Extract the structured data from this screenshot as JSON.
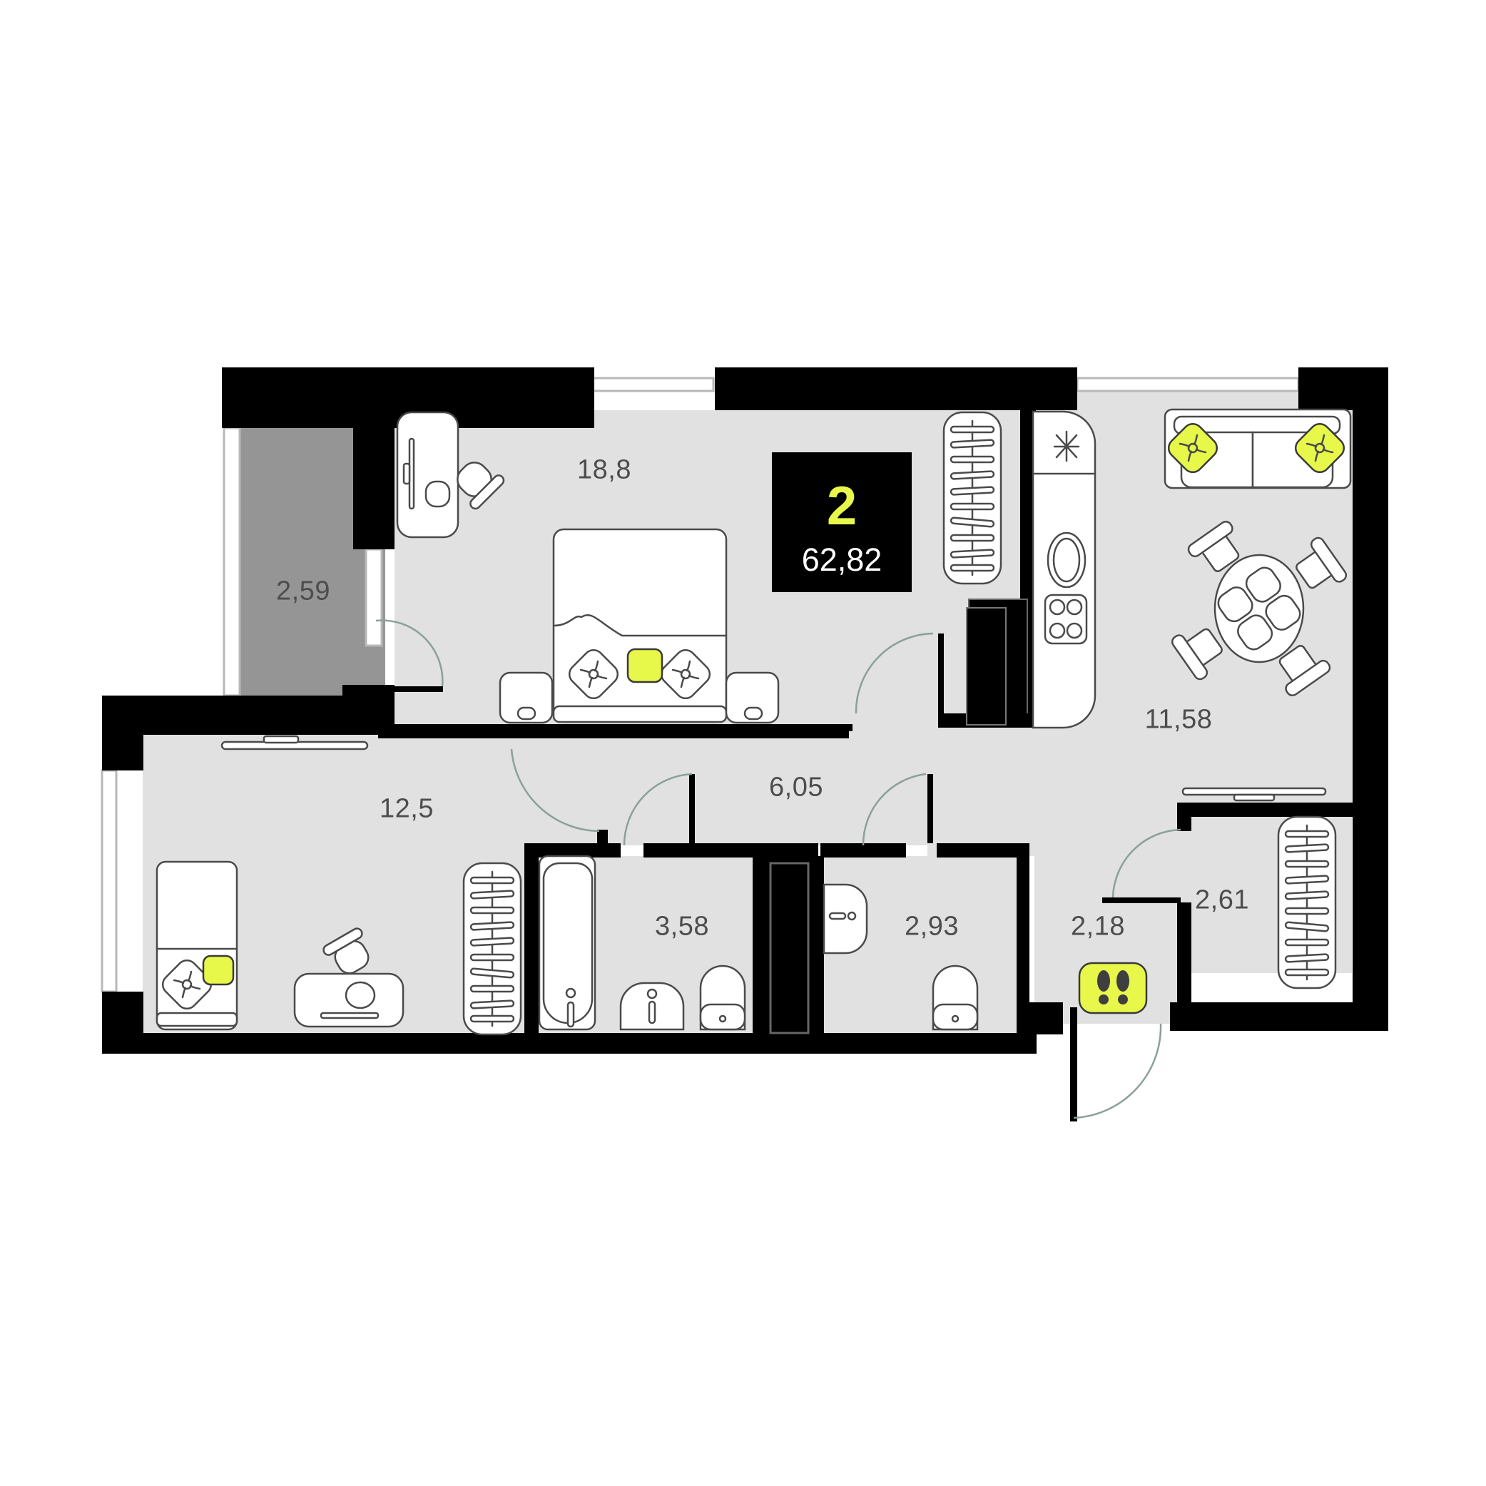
{
  "plan": {
    "type": "apartment-floor-plan",
    "badge": {
      "rooms_count": "2",
      "total_area": "62,82"
    },
    "rooms": [
      {
        "id": "bedroom",
        "area": "18,8"
      },
      {
        "id": "balcony",
        "area": "2,59"
      },
      {
        "id": "kitchen-living",
        "area": "11,58"
      },
      {
        "id": "kids-room",
        "area": "12,5"
      },
      {
        "id": "corridor",
        "area": "6,05"
      },
      {
        "id": "bathroom",
        "area": "3,58"
      },
      {
        "id": "toilet",
        "area": "2,93"
      },
      {
        "id": "entrance-hall",
        "area": "2,18"
      },
      {
        "id": "wardrobe",
        "area": "2,61"
      }
    ],
    "icons": [
      "entrance-footprints-icon",
      "pillow-icon",
      "radiator-icon",
      "sink-icon",
      "stove-icon",
      "toilet-icon",
      "bathtub-icon",
      "sofa-icon",
      "dining-table-icon",
      "desk-icon",
      "chair-icon",
      "bed-icon",
      "tv-icon",
      "fridge-icon"
    ],
    "colors": {
      "wall": "#000000",
      "floor": "#e1e1e1",
      "balcony": "#959595",
      "accent": "#e7f84a",
      "label": "#4d4d4d"
    }
  }
}
